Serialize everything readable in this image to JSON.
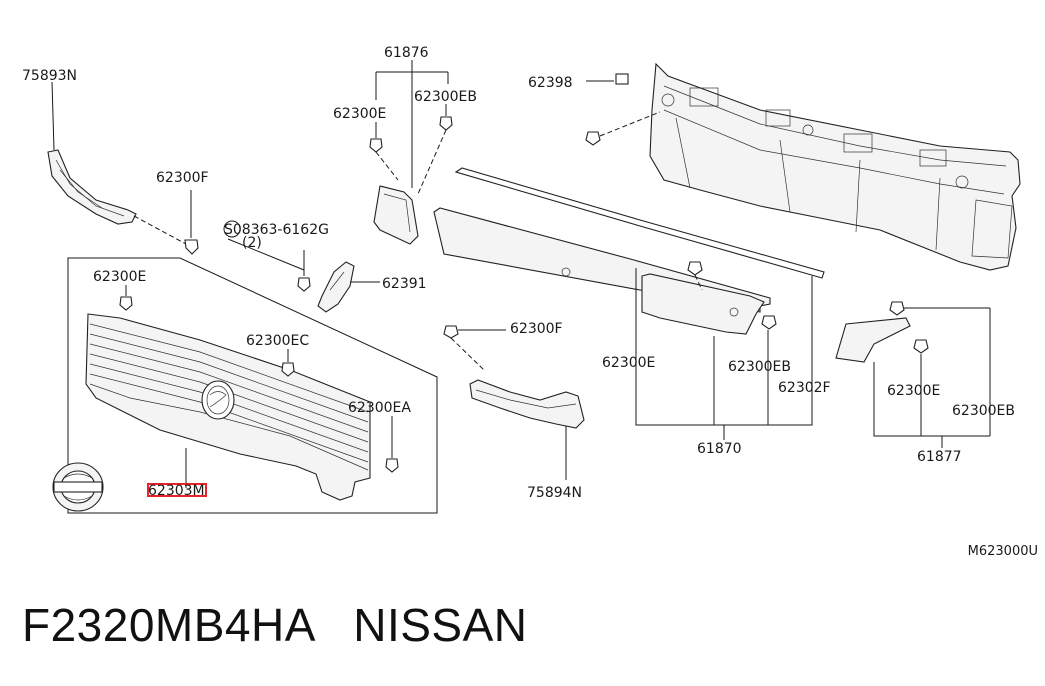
{
  "callouts": {
    "c_75893N": "75893N",
    "c_61876": "61876",
    "c_62300E_top": "62300E",
    "c_62300EB_top": "62300EB",
    "c_62398": "62398",
    "c_62300F_left": "62300F",
    "c_08363": "S08363-6162G",
    "c_08363_qty": "(2)",
    "c_62391": "62391",
    "c_62300E_frame": "62300E",
    "c_62300EC": "62300EC",
    "c_62300EA": "62300EA",
    "c_62300F_mid": "62300F",
    "c_75894N": "75894N",
    "c_62300E_mid": "62300E",
    "c_62300EB_mid": "62300EB",
    "c_62302F": "62302F",
    "c_61870": "61870",
    "c_62300E_right": "62300E",
    "c_62300EB_right": "62300EB",
    "c_61877": "61877",
    "c_62303M": "62303M"
  },
  "highlight_color": "#e8232a",
  "diagram_code": "M623000U",
  "footer": {
    "part_number": "F2320MB4HA",
    "brand": "NISSAN"
  }
}
